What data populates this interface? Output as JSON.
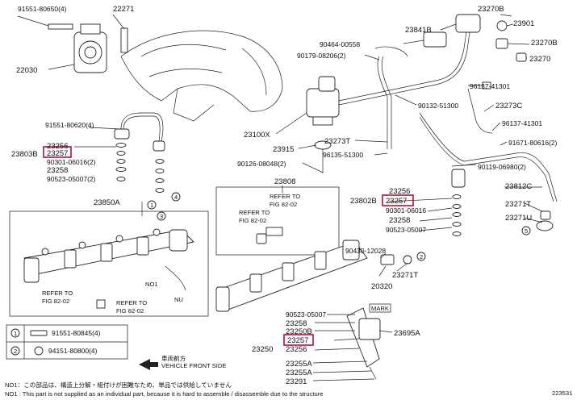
{
  "labels": {
    "l91551_80650": "91551-80650(4)",
    "l22271": "22271",
    "l22030": "22030",
    "l23270B": "23270B",
    "l23901": "23901",
    "l23270B_2": "23270B",
    "l23270": "23270",
    "l23841B": "23841B",
    "l90464": "90464-00558",
    "l90179": "90179-08206(2)",
    "l96137a": "96137-41301",
    "l90132": "90132-51300",
    "l23273C": "23273C",
    "l96137b": "96137-41301",
    "l91671": "91671-80616(2)",
    "l23273T": "23273T",
    "l96135": "96135-51300",
    "l90119": "90119-06980(2)",
    "l23100X": "23100X",
    "l23915": "23915",
    "l90126": "90126-08048(2)",
    "l91551_80620": "91551-80620(4)",
    "l23803B": "23803B",
    "l23256a": "23256",
    "l23257a": "23257",
    "l90301a": "90301-06016(2)",
    "l23258a": "23258",
    "l90523a": "90523-05007(2)",
    "l23850A": "23850A",
    "l23808": "23808",
    "l23812C": "23812C",
    "l23271T_a": "23271T",
    "l23271U": "23271U",
    "l23256b": "23256",
    "l23802B": "23802B",
    "l23257b": "23257",
    "l90301b": "90301-06016",
    "l23258b": "23258",
    "l90523b": "90523-05007",
    "l90430": "90430-12028",
    "l23271T_b": "23271T",
    "l20320": "20320",
    "l90523c": "90523-05007",
    "l23258c": "23258",
    "l23250B": "23250B",
    "l23257c": "23257",
    "l23256c": "23256",
    "l23695A": "23695A",
    "l23250": "23250",
    "l23255A_a": "23255A",
    "l23255A_b": "23255A",
    "l23291": "23291",
    "mark": "MARK",
    "refer_a1": "REFER TO",
    "refer_a2": "FIG 82-02",
    "refer_b1": "REFER TO",
    "refer_b2": "FIG 82-02",
    "refer_c1": "REFER TO",
    "refer_c2": "FIG 82-02",
    "refer_d1": "REFER TO",
    "refer_d2": "FIG 82-02",
    "no1": "NO1",
    "nu": "NU",
    "legend1_num": "1",
    "legend1_part": "91551-80845(4)",
    "legend2_num": "2",
    "legend2_part": "94151-80800(4)",
    "callout1": "1",
    "callout2": "2",
    "callout3": "3",
    "callout4": "4",
    "callout5": "5",
    "front_jp": "車両前方",
    "front_en": "VEHICLE FRONT SIDE",
    "note_jp": "NO1：この部品は、構造上分解・組付けが困難なため、単品では供給していません",
    "note_en": "NO1 : This part is not supplied as an individual part, because it is hard to assemble / disassemble due to the structure",
    "fig_id": "223531"
  },
  "colors": {
    "highlight": "#b0103a",
    "ink": "#222222"
  }
}
